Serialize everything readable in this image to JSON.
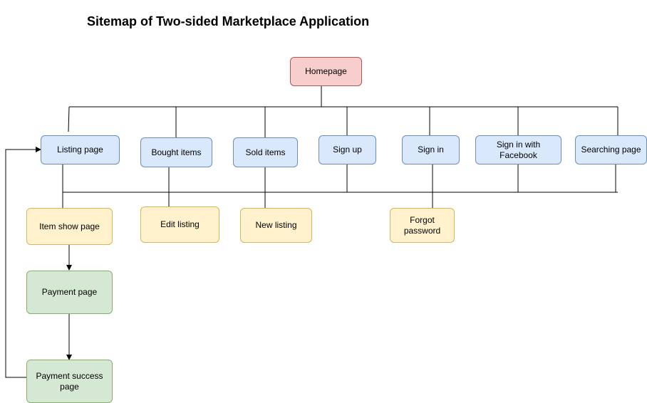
{
  "title": "Sitemap of Two-sided Marketplace Application",
  "colors": {
    "root_fill": "#f8cecc",
    "root_stroke": "#b85450",
    "page_fill": "#dae8fc",
    "page_stroke": "#6c8ebf",
    "action_fill": "#fff2cc",
    "action_stroke": "#d6b656",
    "payment_fill": "#d5e8d4",
    "payment_stroke": "#82b366",
    "line": "#000000"
  },
  "nodes": {
    "homepage": "Homepage",
    "listing_page": "Listing page",
    "bought_items": "Bought items",
    "sold_items": "Sold items",
    "sign_up": "Sign up",
    "sign_in": "Sign in",
    "sign_in_facebook": "Sign in with Facebook",
    "searching_page": "Searching page",
    "item_show_page": "Item show page",
    "edit_listing": "Edit listing",
    "new_listing": "New listing",
    "forgot_password": "Forgot password",
    "payment_page": "Payment page",
    "payment_success_page": "Payment success page"
  }
}
